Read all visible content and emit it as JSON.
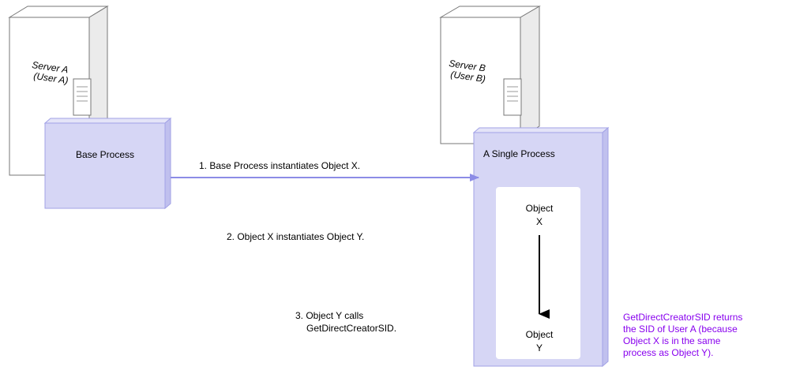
{
  "colors": {
    "process_fill": "#d6d6f5",
    "process_stroke": "#a2a2e6",
    "arrow_blue": "#8c8ce6",
    "note_purple": "#8800ee",
    "server_stroke": "#777777"
  },
  "server_a": {
    "line1": "Server A",
    "line2": "(User A)"
  },
  "server_b": {
    "line1": "Server B",
    "line2": "(User B)"
  },
  "base_process": {
    "label": "Base Process"
  },
  "single_process": {
    "label": "A Single Process"
  },
  "object_x": {
    "line1": "Object",
    "line2": "X"
  },
  "object_y": {
    "line1": "Object",
    "line2": "Y"
  },
  "steps": {
    "step1": "1. Base Process instantiates Object X.",
    "step2": "2. Object X instantiates Object Y.",
    "step3_line1": "3. Object Y calls",
    "step3_line2": "GetDirectCreatorSID."
  },
  "note": {
    "line1": "GetDirectCreatorSID returns",
    "line2": "the SID of User A (because",
    "line3": "Object X is in the same",
    "line4": "process as Object Y)."
  }
}
